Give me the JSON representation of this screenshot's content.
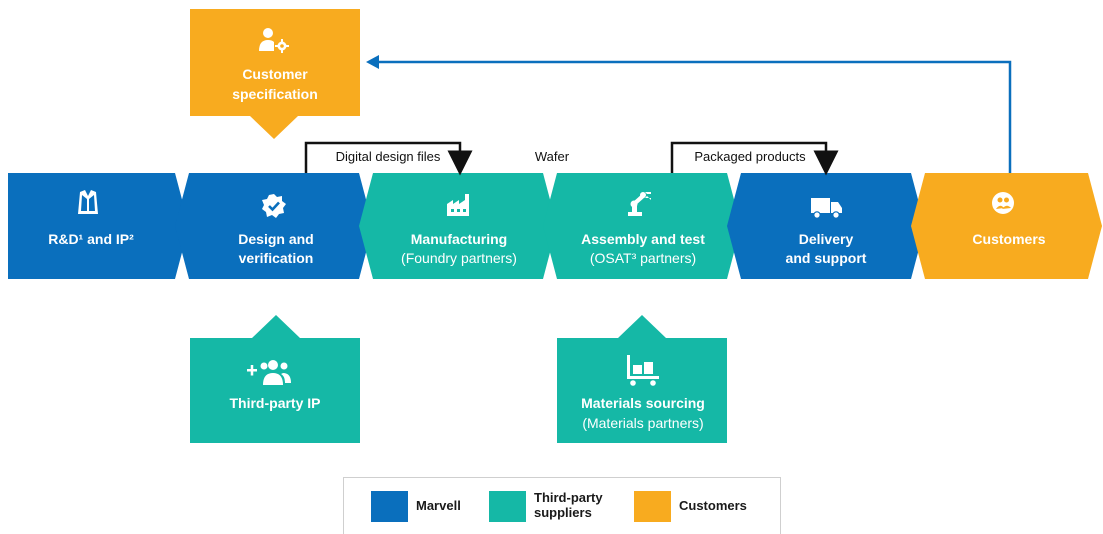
{
  "colors": {
    "marvell": "#0a6fbd",
    "third_party": "#15b8a6",
    "customers": "#f8ab1f",
    "arrow_black": "#111111",
    "arrow_blue": "#0a6fbd",
    "text_white": "#ffffff"
  },
  "stages": [
    {
      "id": "rnd",
      "line1": "R&D¹ and IP²",
      "line2": "",
      "icon": "lab-coat-icon",
      "group": "marvell"
    },
    {
      "id": "design",
      "line1": "Design and",
      "line2": "verification",
      "icon": "verified-badge-icon",
      "group": "marvell"
    },
    {
      "id": "manufacturing",
      "line1": "Manufacturing",
      "line2": "(Foundry partners)",
      "icon": "factory-icon",
      "group": "third_party"
    },
    {
      "id": "assembly",
      "line1": "Assembly and test",
      "line2": "(OSAT³ partners)",
      "icon": "robot-arm-icon",
      "group": "third_party"
    },
    {
      "id": "delivery",
      "line1": "Delivery",
      "line2": "and support",
      "icon": "truck-icon",
      "group": "marvell"
    },
    {
      "id": "customers",
      "line1": "Customers",
      "line2": "",
      "icon": "customers-circle-icon",
      "group": "customers"
    }
  ],
  "callouts": {
    "customer_spec": {
      "line1": "Customer",
      "line2": "specification",
      "icon": "user-gear-icon",
      "group": "customers"
    },
    "third_party_ip": {
      "line1": "Third-party IP",
      "line2": "",
      "icon": "add-people-icon",
      "group": "third_party"
    },
    "materials": {
      "line1": "Materials sourcing",
      "line2": "(Materials partners)",
      "icon": "cart-icon",
      "group": "third_party"
    }
  },
  "flow_labels": {
    "digital_design_files": "Digital design files",
    "wafer": "Wafer",
    "packaged_products": "Packaged products"
  },
  "legend": [
    {
      "label": "Marvell",
      "group": "marvell"
    },
    {
      "label": "Third-party suppliers",
      "line1": "Third-party",
      "line2": "suppliers",
      "group": "third_party"
    },
    {
      "label": "Customers",
      "group": "customers"
    }
  ]
}
